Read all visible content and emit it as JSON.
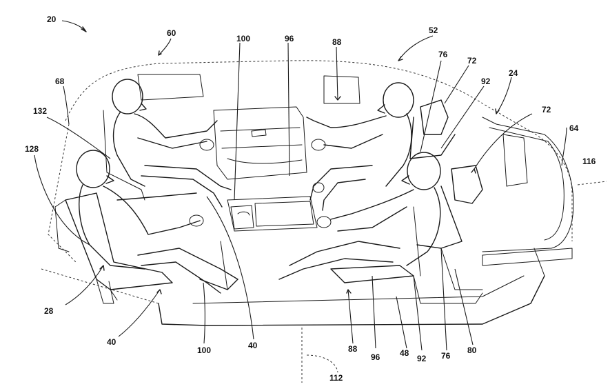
{
  "figure": {
    "reference_numerals": {
      "r20": "20",
      "r60": "60",
      "r100a": "100",
      "r96a": "96",
      "r88a": "88",
      "r52": "52",
      "r68": "68",
      "r76a": "76",
      "r72a": "72",
      "r24": "24",
      "r92a": "92",
      "r132": "132",
      "r72b": "72",
      "r64": "64",
      "r128": "128",
      "r116": "116",
      "r28": "28",
      "r40a": "40",
      "r100b": "100",
      "r40b": "40",
      "r88b": "88",
      "r96b": "96",
      "r48": "48",
      "r92b": "92",
      "r76b": "76",
      "r80": "80",
      "r112": "112"
    }
  }
}
